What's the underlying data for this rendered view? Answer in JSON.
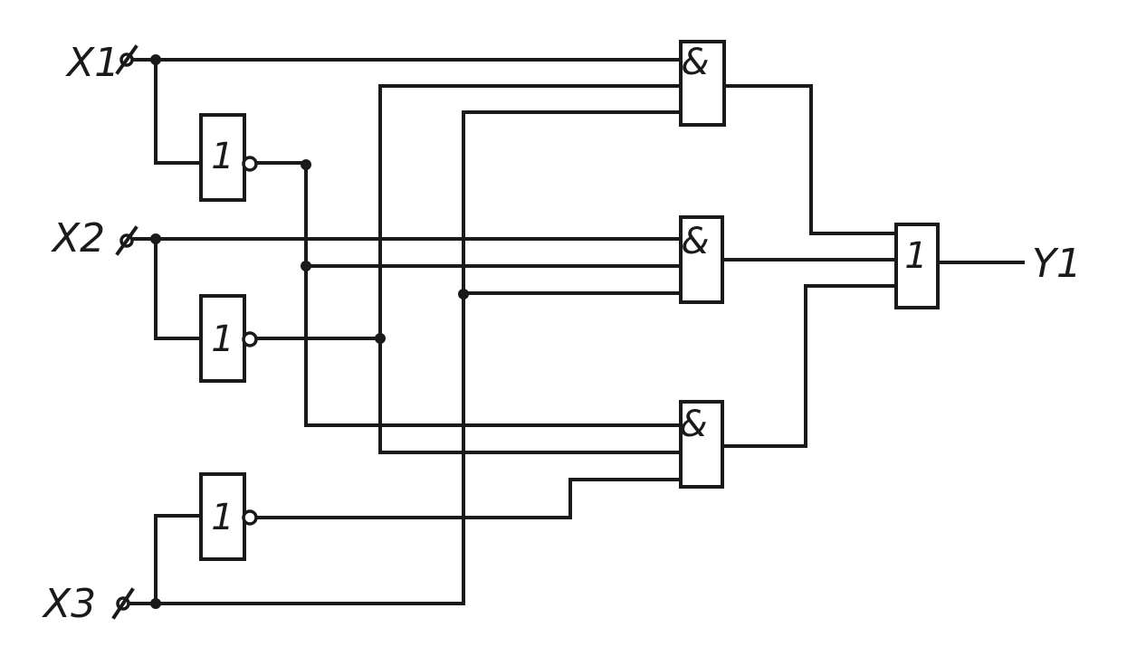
{
  "inputs": {
    "x1": "X1",
    "x2": "X2",
    "x3": "X3"
  },
  "output": {
    "y1": "Y1"
  },
  "gates": {
    "not1": "1",
    "not2": "1",
    "not3": "1",
    "and1": "&",
    "and2": "&",
    "and3": "&",
    "or1": "1"
  },
  "colors": {
    "ink": "#1a1a1a",
    "paper": "#ffffff"
  }
}
